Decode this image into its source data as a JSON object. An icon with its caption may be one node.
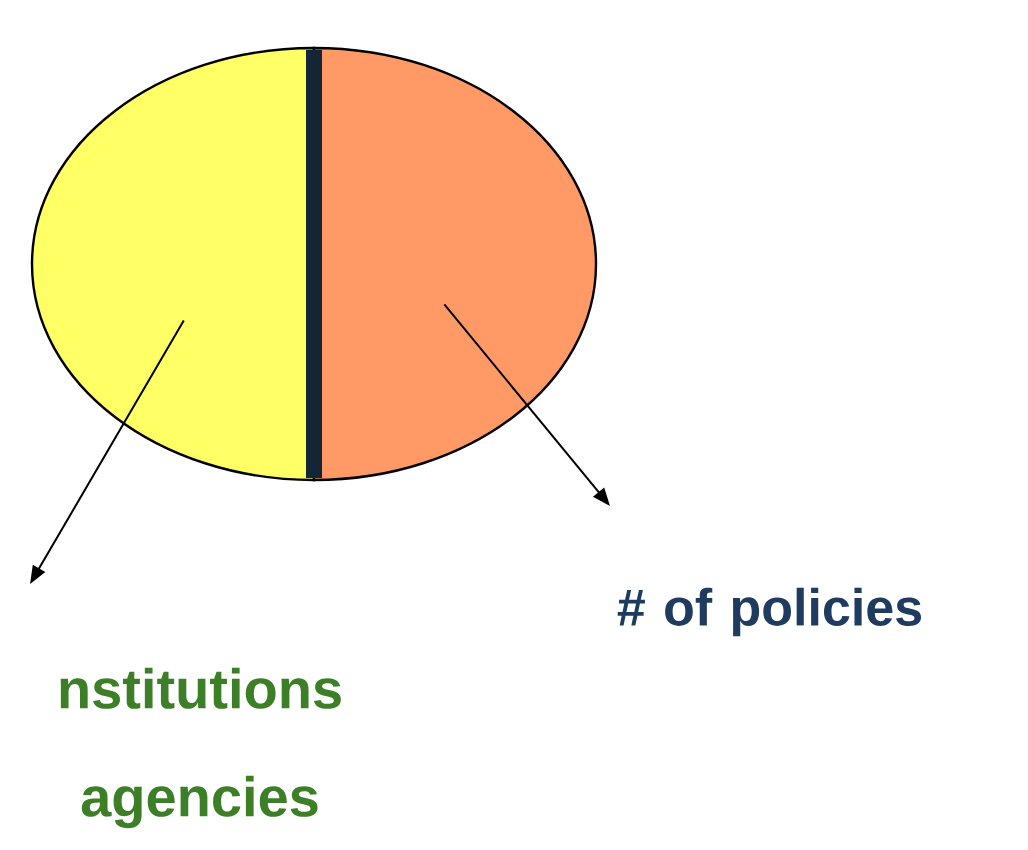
{
  "diagram": {
    "nodes": [
      {
        "text": [],
        "shape": "semicircle"
      },
      {
        "text": [],
        "shape": "semicircle"
      },
      {
        "text": [
          "nstitutions agencies"
        ]
      },
      {
        "text": [
          "# of policies"
        ]
      }
    ],
    "edges": [
      {
        "from": 0,
        "to": 2,
        "arrow": "to"
      },
      {
        "from": 1,
        "to": 3,
        "arrow": "to"
      }
    ]
  }
}
